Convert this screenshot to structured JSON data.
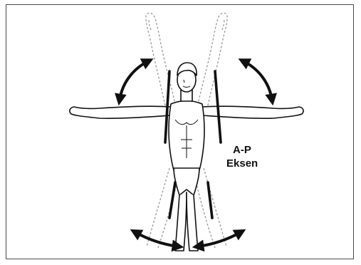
{
  "figure": {
    "axis_label_line1": "A-P",
    "axis_label_line2": "Eksen"
  },
  "colors": {
    "ink": "#111111",
    "ghost_outline": "#9a9a9a",
    "frame": "#4a4a4a"
  },
  "icons": [
    "double-headed-curved-arrow",
    "axis-bar"
  ]
}
